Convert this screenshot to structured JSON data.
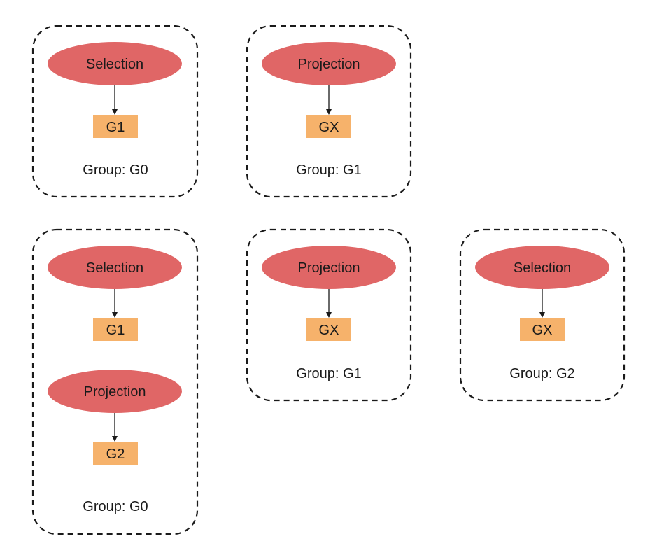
{
  "colors": {
    "operator_fill": "#e06666",
    "child_fill": "#f6b26b",
    "stroke": "#1a1a1a",
    "background": "#ffffff"
  },
  "groups": [
    {
      "label": "Group: G0",
      "expressions": [
        {
          "operator": "Selection",
          "child": "G1"
        }
      ]
    },
    {
      "label": "Group: G1",
      "expressions": [
        {
          "operator": "Projection",
          "child": "GX"
        }
      ]
    },
    {
      "label": "Group: G0",
      "expressions": [
        {
          "operator": "Selection",
          "child": "G1"
        },
        {
          "operator": "Projection",
          "child": "G2"
        }
      ]
    },
    {
      "label": "Group: G1",
      "expressions": [
        {
          "operator": "Projection",
          "child": "GX"
        }
      ]
    },
    {
      "label": "Group: G2",
      "expressions": [
        {
          "operator": "Selection",
          "child": "GX"
        }
      ]
    }
  ]
}
